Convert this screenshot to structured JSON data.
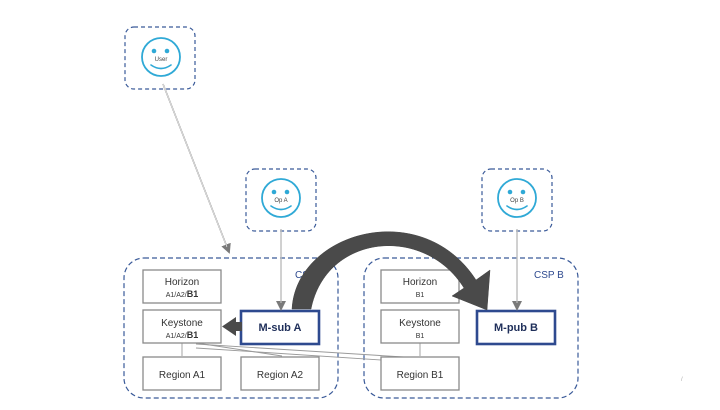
{
  "personas": {
    "user": {
      "label": "User"
    },
    "op_a": {
      "label": "Op A"
    },
    "op_b": {
      "label": "Op B"
    }
  },
  "csp_a": {
    "label": "CSP A",
    "horizon": {
      "title": "Horizon",
      "sub_plain": "A1/A2/",
      "sub_bold": "B1"
    },
    "keystone": {
      "title": "Keystone",
      "sub_plain": "A1/A2/",
      "sub_bold": "B1"
    },
    "region_a1": {
      "label": "Region A1"
    },
    "region_a2": {
      "label": "Region A2"
    },
    "module": {
      "label": "M-sub A"
    }
  },
  "csp_b": {
    "label": "CSP B",
    "horizon": {
      "title": "Horizon",
      "sub": "B1"
    },
    "keystone": {
      "title": "Keystone",
      "sub": "B1"
    },
    "region_b1": {
      "label": "Region B1"
    },
    "module": {
      "label": "M-pub B"
    }
  },
  "colors": {
    "frame": "#3a5a99",
    "module_border": "#2e4a8f",
    "face": "#2fa9d6",
    "arrow": "#4a4a4a"
  }
}
